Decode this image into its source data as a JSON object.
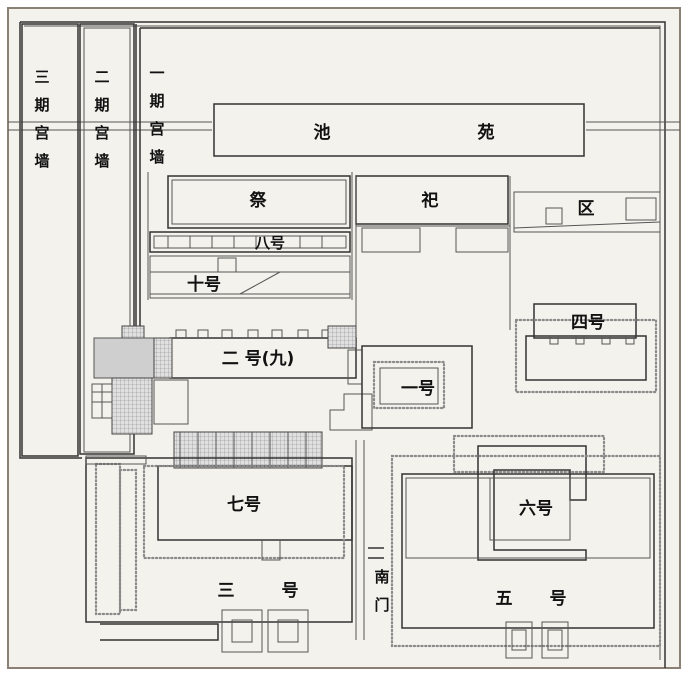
{
  "labels": {
    "wall_3": [
      "三",
      "期",
      "宫",
      "墙"
    ],
    "wall_2": [
      "二",
      "期",
      "宫",
      "墙"
    ],
    "wall_1": [
      "一",
      "期",
      "宫",
      "墙"
    ],
    "chi": "池",
    "yuan": "苑",
    "ji": "祭",
    "si": "祀",
    "qu": "区",
    "no8": "八号",
    "no10": "十号",
    "no2_9": "二 号(九)",
    "no4": "四号",
    "no1": "一号",
    "no7": "七号",
    "no6": "六号",
    "no3_a": "三",
    "no3_b": "号",
    "nanmen": [
      "南",
      "门"
    ],
    "no5_a": "五",
    "no5_b": "号"
  }
}
